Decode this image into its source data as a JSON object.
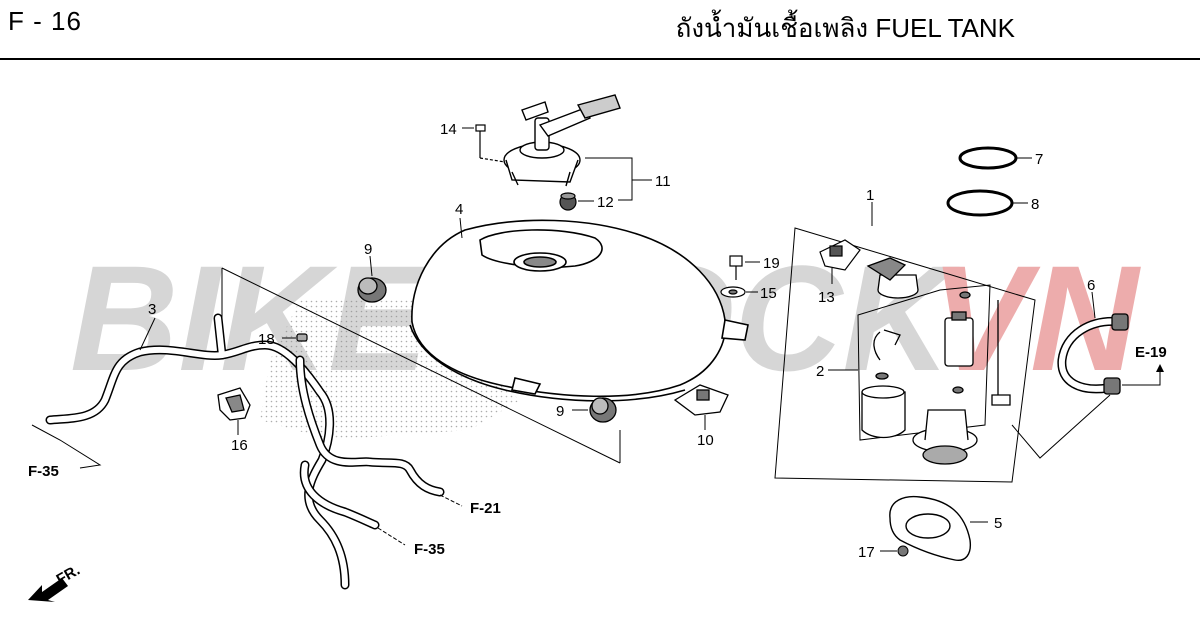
{
  "page": {
    "id": "F - 16",
    "title": "ถังน้ำมันเชื้อเพลิง  FUEL TANK"
  },
  "watermark": {
    "brand_a": "BIKESTOCK",
    "brand_b": "VN",
    "colors": {
      "main": "#b5b5b5",
      "accent": "#e06a6a"
    }
  },
  "callouts": {
    "c1": "1",
    "c2": "2",
    "c3": "3",
    "c4": "4",
    "c5": "5",
    "c6": "6",
    "c7": "7",
    "c8": "8",
    "c9a": "9",
    "c9b": "9",
    "c10": "10",
    "c11": "11",
    "c12": "12",
    "c13": "13",
    "c14": "14",
    "c15": "15",
    "c16": "16",
    "c17": "17",
    "c18": "18",
    "c19": "19"
  },
  "references": {
    "f35_left": "F-35",
    "f21": "F-21",
    "f35_bottom": "F-35",
    "e19": "E-19",
    "front_marker": "FR."
  }
}
